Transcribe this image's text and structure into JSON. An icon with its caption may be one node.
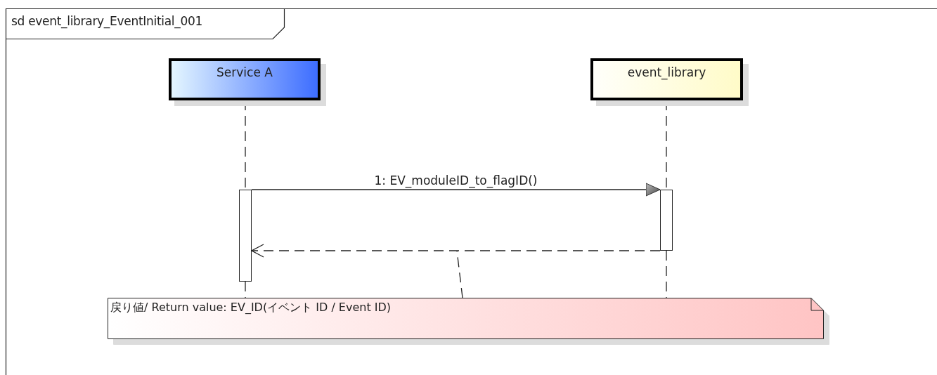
{
  "diagram": {
    "title": "sd event_library_EventInitial_001",
    "nodes": [
      {
        "text": [
          "Service A"
        ]
      },
      {
        "text": [
          "event_library"
        ]
      },
      {
        "text": [],
        "shape": "bar"
      },
      {
        "text": [],
        "shape": "bar"
      },
      {
        "text": [
          "戻り値/ Return value: EV_ID(イベント ID / Event ID)"
        ]
      }
    ],
    "edges": [
      {
        "from": 0,
        "to": 2,
        "arrow": "none",
        "style": "dashed"
      },
      {
        "from": 1,
        "to": 3,
        "arrow": "none",
        "style": "dashed"
      },
      {
        "from": 2,
        "to": 3,
        "arrow": "to",
        "label": "1: EV_moduleID_to_flagID()"
      },
      {
        "from": 3,
        "to": 2,
        "arrow": "to",
        "style": "dashed"
      },
      {
        "from": 4,
        "to": null,
        "arrow": "none",
        "style": "dashed"
      },
      {
        "from": 2,
        "to": 4,
        "arrow": "none",
        "style": "dashed"
      },
      {
        "from": 3,
        "to": 4,
        "arrow": "none",
        "style": "dashed"
      }
    ]
  }
}
